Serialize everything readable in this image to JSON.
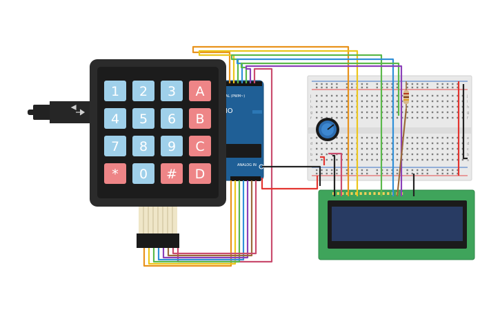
{
  "keypad": {
    "rows": [
      [
        "1",
        "2",
        "3",
        "A"
      ],
      [
        "4",
        "5",
        "6",
        "B"
      ],
      [
        "7",
        "8",
        "9",
        "C"
      ],
      [
        "*",
        "0",
        "#",
        "D"
      ]
    ],
    "digit_color": "#9fd0ea",
    "letter_color": "#ee8587",
    "body_color": "#2b2b2b"
  },
  "arduino": {
    "board_label": "UNO",
    "digital_label": "AL (PWM~)",
    "analog_label": "ANALOG IN",
    "board_color": "#1f5f96"
  },
  "lcd": {
    "board_color": "#3fa45b",
    "screen_color": "#283b63"
  },
  "breadboard": {
    "body_color": "#e9e9e9",
    "row_letters": [
      "j",
      "i",
      "h",
      "g",
      "f",
      "e",
      "d",
      "c",
      "b",
      "a"
    ]
  },
  "wire_colors": {
    "orange": "#e8921b",
    "yellow": "#ecc61a",
    "green": "#5ab84a",
    "blue": "#2f8fd8",
    "purple": "#8a3fb8",
    "red": "#e3342f",
    "pink": "#c94b6d",
    "brown": "#9a6a3a",
    "black": "#222222"
  }
}
